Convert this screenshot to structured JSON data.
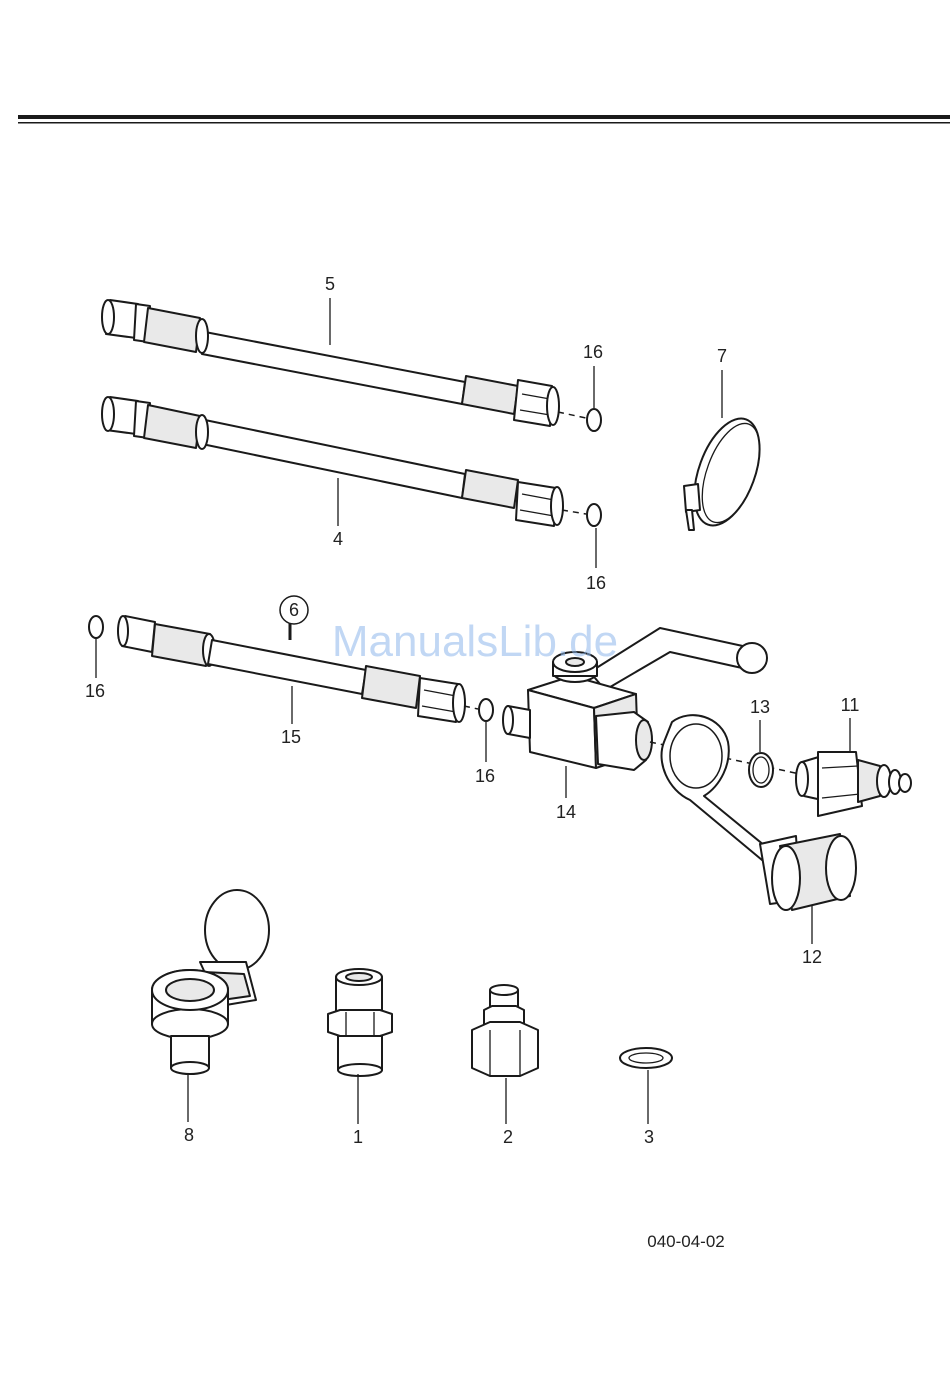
{
  "drawing_code": "040-04-02",
  "watermark": "ManualsLib.de",
  "callouts": {
    "part_1": "1",
    "part_2": "2",
    "part_3": "3",
    "part_4": "4",
    "part_5": "5",
    "part_6": "6",
    "part_7": "7",
    "part_8": "8",
    "part_11": "11",
    "part_12": "12",
    "part_13": "13",
    "part_14": "14",
    "part_15": "15",
    "part_16a": "16",
    "part_16b": "16",
    "part_16c": "16",
    "part_16d": "16"
  }
}
